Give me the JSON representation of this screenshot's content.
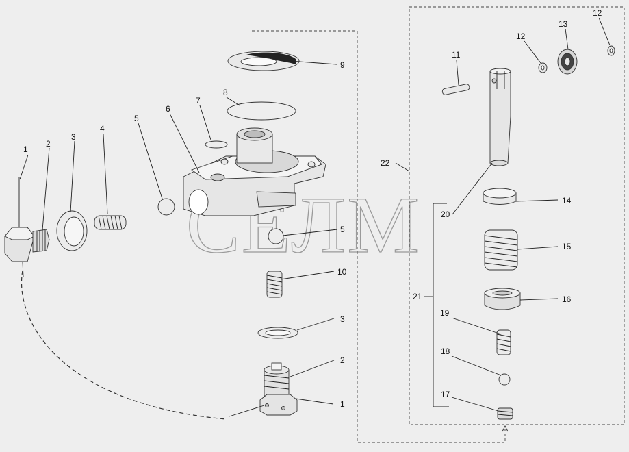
{
  "watermark": "СЕЛМ",
  "callouts": {
    "c1a": "1",
    "c2a": "2",
    "c3a": "3",
    "c4": "4",
    "c5a": "5",
    "c6": "6",
    "c7": "7",
    "c8": "8",
    "c9": "9",
    "c5b": "5",
    "c10": "10",
    "c3b": "3",
    "c2b": "2",
    "c1b": "1",
    "c11": "11",
    "c12a": "12",
    "c13": "13",
    "c12b": "12",
    "c14": "14",
    "c15": "15",
    "c16": "16",
    "c17": "17",
    "c18": "18",
    "c19": "19",
    "c20": "20",
    "c21": "21",
    "c22": "22"
  }
}
